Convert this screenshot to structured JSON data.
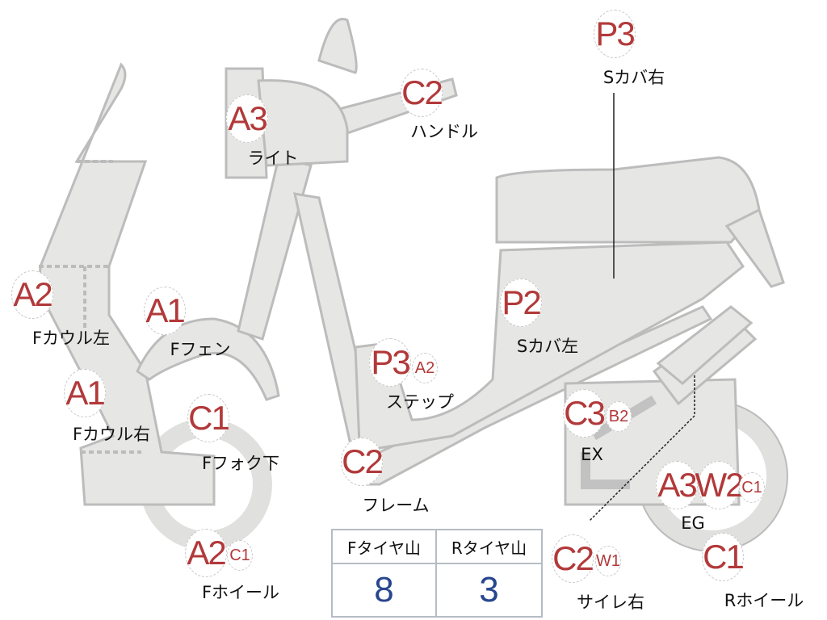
{
  "colors": {
    "part_fill": "#e6e6e4",
    "part_stroke": "#bcbcbc",
    "code": "#b2393a",
    "value": "#27468f"
  },
  "parts": [
    {
      "name": "light",
      "codes": [
        "A3"
      ],
      "label": "ライト"
    },
    {
      "name": "handle",
      "codes": [
        "C2"
      ],
      "label": "ハンドル"
    },
    {
      "name": "side-cover-right",
      "codes": [
        "P3"
      ],
      "label": "Sカバ右"
    },
    {
      "name": "front-cowl-left",
      "codes": [
        "A2"
      ],
      "label": "Fカウル左"
    },
    {
      "name": "front-fender",
      "codes": [
        "A1"
      ],
      "label": "Fフェン"
    },
    {
      "name": "front-cowl-right",
      "codes": [
        "A1"
      ],
      "label": "Fカウル右"
    },
    {
      "name": "front-fork-lower",
      "codes": [
        "C1"
      ],
      "label": "Fフォク下"
    },
    {
      "name": "step",
      "codes": [
        "P3",
        "A2"
      ],
      "label": "ステップ"
    },
    {
      "name": "side-cover-left",
      "codes": [
        "P2"
      ],
      "label": "Sカバ左"
    },
    {
      "name": "exhaust",
      "codes": [
        "C3",
        "B2"
      ],
      "label": "EX"
    },
    {
      "name": "frame",
      "codes": [
        "C2"
      ],
      "label": "フレーム"
    },
    {
      "name": "engine",
      "codes": [
        "A3",
        "W2",
        "C1"
      ],
      "label": "EG"
    },
    {
      "name": "front-wheel",
      "codes": [
        "A2",
        "C1"
      ],
      "label": "Fホイール"
    },
    {
      "name": "muffler-right",
      "codes": [
        "C2",
        "W1"
      ],
      "label": "サイレ右"
    },
    {
      "name": "rear-wheel",
      "codes": [
        "C1"
      ],
      "label": "Rホイール"
    }
  ],
  "tire_table": {
    "headers": [
      "Fタイヤ山",
      "Rタイヤ山"
    ],
    "values": [
      "8",
      "3"
    ]
  }
}
